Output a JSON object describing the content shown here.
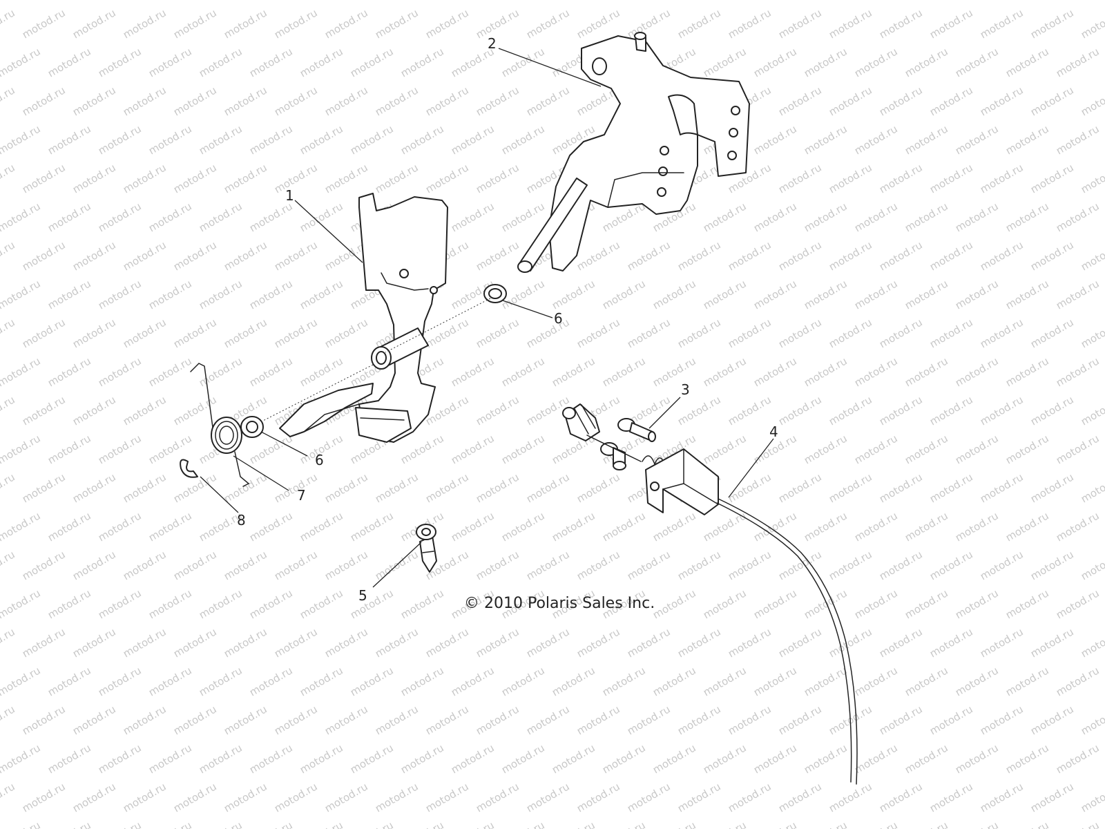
{
  "watermark": "motod.ru",
  "copyright": "© 2010 Polaris Sales Inc.",
  "callouts": {
    "c1": "1",
    "c2": "2",
    "c3": "3",
    "c4": "4",
    "c5": "5",
    "c6a": "6",
    "c6b": "6",
    "c7": "7",
    "c8": "8"
  },
  "colors": {
    "line": "#222222",
    "watermark": "#c8c8c8",
    "background": "#ffffff"
  }
}
